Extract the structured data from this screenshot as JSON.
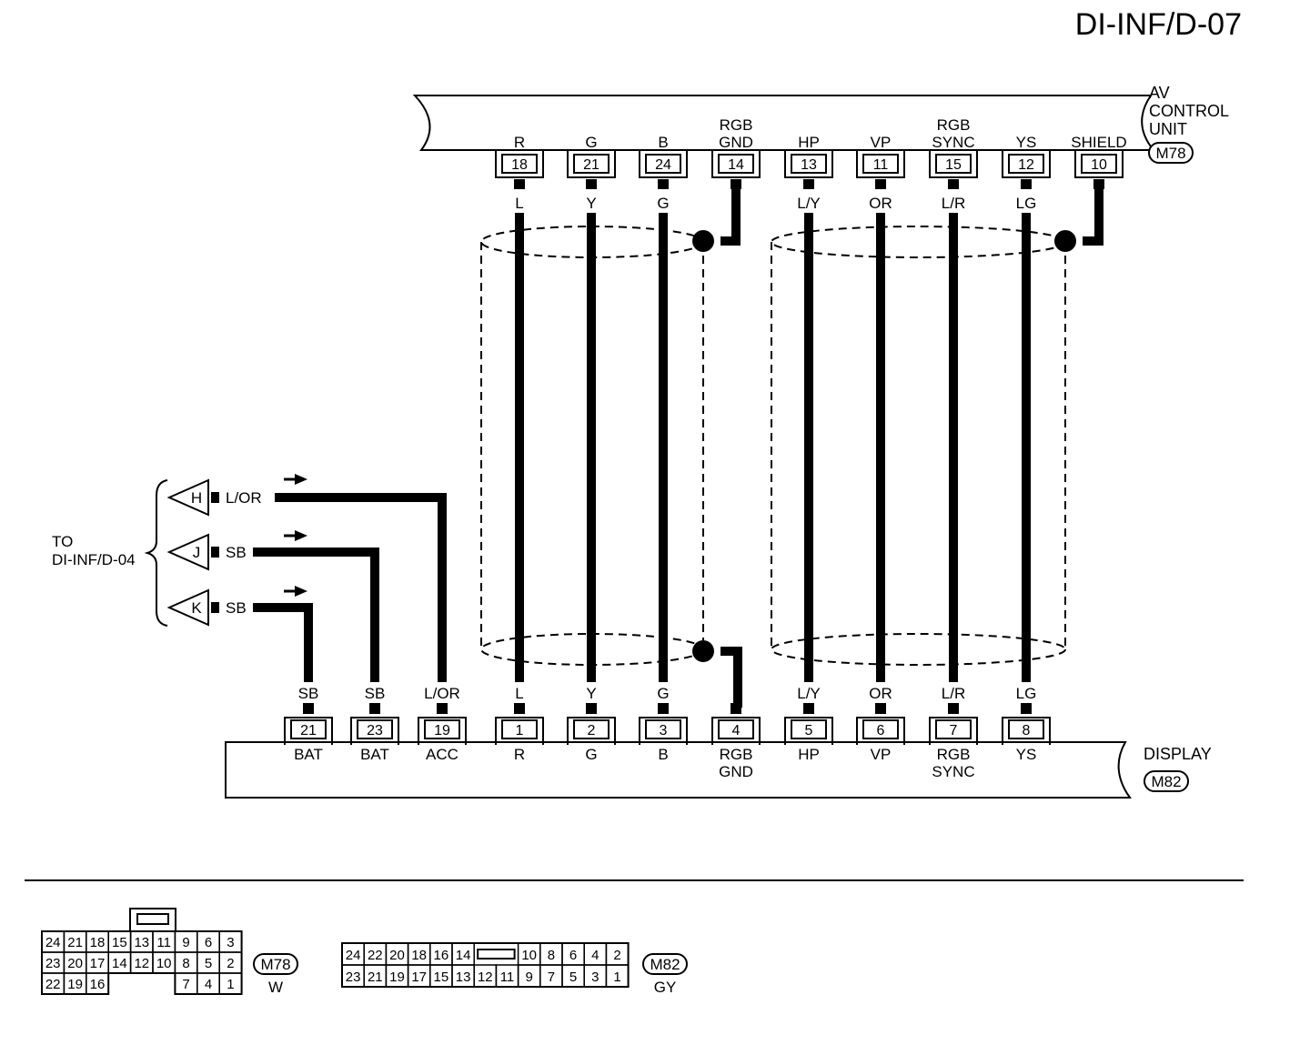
{
  "title": "DI-INF/D-07",
  "av_unit": {
    "label_lines": [
      "AV",
      "CONTROL",
      "UNIT"
    ],
    "connector_id": "M78",
    "pins": [
      {
        "name_lines": [
          "R"
        ],
        "pin": "18",
        "wire": "L"
      },
      {
        "name_lines": [
          "G"
        ],
        "pin": "21",
        "wire": "Y"
      },
      {
        "name_lines": [
          "B"
        ],
        "pin": "24",
        "wire": "G"
      },
      {
        "name_lines": [
          "RGB",
          "GND"
        ],
        "pin": "14",
        "wire": ""
      },
      {
        "name_lines": [
          "HP"
        ],
        "pin": "13",
        "wire": "L/Y"
      },
      {
        "name_lines": [
          "VP"
        ],
        "pin": "11",
        "wire": "OR"
      },
      {
        "name_lines": [
          "RGB",
          "SYNC"
        ],
        "pin": "15",
        "wire": "L/R"
      },
      {
        "name_lines": [
          "YS"
        ],
        "pin": "12",
        "wire": "LG"
      },
      {
        "name_lines": [
          "SHIELD"
        ],
        "pin": "10",
        "wire": ""
      }
    ]
  },
  "display_unit": {
    "label": "DISPLAY",
    "connector_id": "M82",
    "pins": [
      {
        "name_lines": [
          "BAT"
        ],
        "pin": "21",
        "wire": "SB"
      },
      {
        "name_lines": [
          "BAT"
        ],
        "pin": "23",
        "wire": "SB"
      },
      {
        "name_lines": [
          "ACC"
        ],
        "pin": "19",
        "wire": "L/OR"
      },
      {
        "name_lines": [
          "R"
        ],
        "pin": "1",
        "wire": "L"
      },
      {
        "name_lines": [
          "G"
        ],
        "pin": "2",
        "wire": "Y"
      },
      {
        "name_lines": [
          "B"
        ],
        "pin": "3",
        "wire": "G"
      },
      {
        "name_lines": [
          "RGB",
          "GND"
        ],
        "pin": "4",
        "wire": ""
      },
      {
        "name_lines": [
          "HP"
        ],
        "pin": "5",
        "wire": "L/Y"
      },
      {
        "name_lines": [
          "VP"
        ],
        "pin": "6",
        "wire": "OR"
      },
      {
        "name_lines": [
          "RGB",
          "SYNC"
        ],
        "pin": "7",
        "wire": "L/R"
      },
      {
        "name_lines": [
          "YS"
        ],
        "pin": "8",
        "wire": "LG"
      }
    ]
  },
  "to_ref": {
    "label_lines": [
      "TO",
      "DI-INF/D-04"
    ],
    "links": [
      {
        "letter": "H",
        "wire": "L/OR"
      },
      {
        "letter": "J",
        "wire": "SB"
      },
      {
        "letter": "K",
        "wire": "SB"
      }
    ]
  },
  "connector_views": [
    {
      "id": "M78",
      "color": "W",
      "rows": [
        [
          "24",
          "21",
          "18",
          "15",
          "13",
          "11",
          "9",
          "6",
          "3"
        ],
        [
          "23",
          "20",
          "17",
          "14",
          "12",
          "10",
          "8",
          "5",
          "2"
        ],
        [
          "22",
          "19",
          "16",
          "",
          "",
          "",
          "7",
          "4",
          "1"
        ]
      ]
    },
    {
      "id": "M82",
      "color": "GY",
      "top_row_left": [
        "24",
        "22",
        "20",
        "18",
        "16",
        "14"
      ],
      "top_row_right": [
        "10",
        "8",
        "6",
        "4",
        "2"
      ],
      "bottom_row": [
        "23",
        "21",
        "19",
        "17",
        "15",
        "13",
        "12",
        "11",
        "9",
        "7",
        "5",
        "3",
        "1"
      ]
    }
  ]
}
